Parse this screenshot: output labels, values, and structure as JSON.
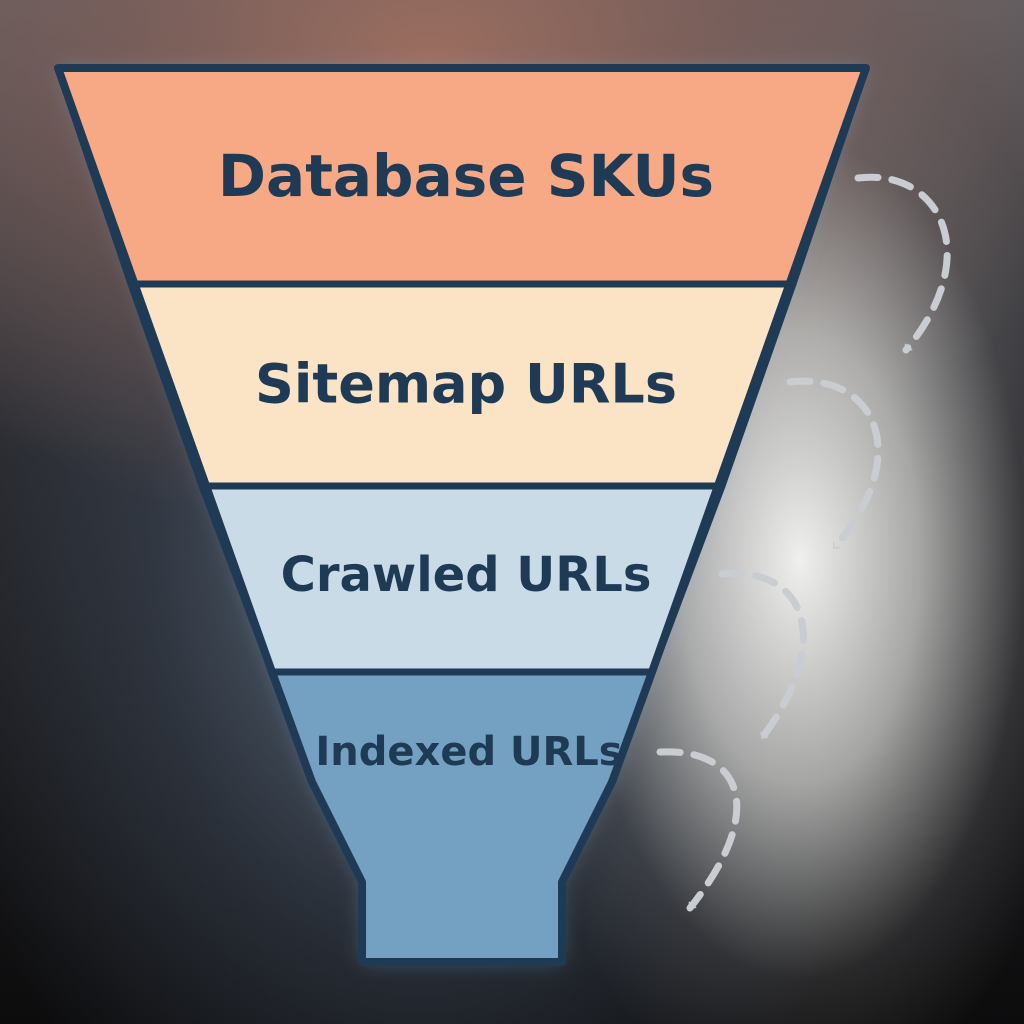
{
  "funnel": {
    "stages": [
      {
        "label": "Database SKUs",
        "color": "#f6a984"
      },
      {
        "label": "Sitemap URLs",
        "color": "#fbe4c6"
      },
      {
        "label": "Crawled URLs",
        "color": "#c9dbe7"
      },
      {
        "label": "Indexed URLs",
        "color": "#74a1c1"
      }
    ],
    "outline_color": "#1f3a55"
  },
  "flow_arrows": {
    "style": "dashed",
    "color": "#cfd2d6",
    "count": 4
  }
}
